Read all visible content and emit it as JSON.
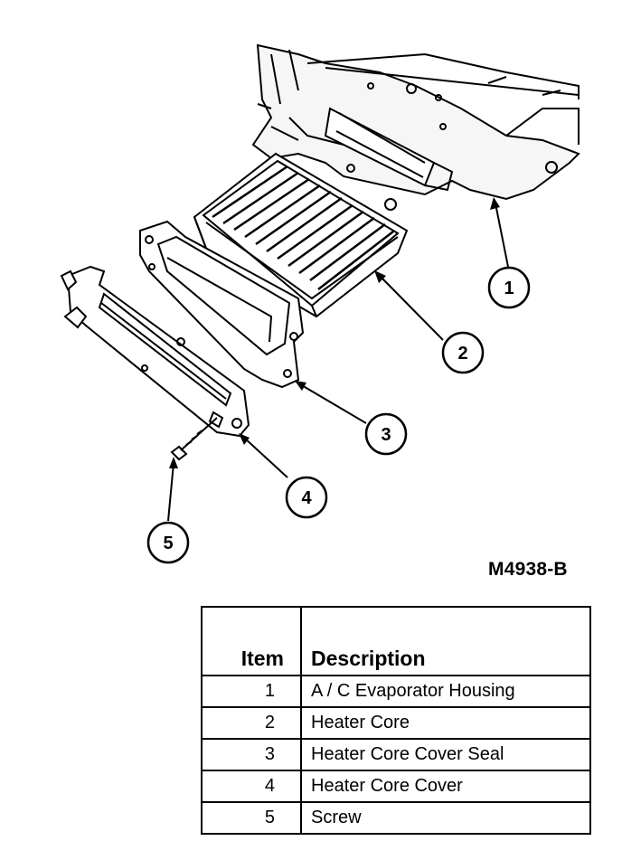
{
  "callouts": [
    "1",
    "2",
    "3",
    "4",
    "5"
  ],
  "figure_code": "M4938-B",
  "legend": {
    "header_item": "Item",
    "header_description": "Description",
    "rows": [
      {
        "item": "1",
        "description": "A / C Evaporator Housing"
      },
      {
        "item": "2",
        "description": "Heater Core"
      },
      {
        "item": "3",
        "description": "Heater Core Cover Seal"
      },
      {
        "item": "4",
        "description": "Heater Core Cover"
      },
      {
        "item": "5",
        "description": "Screw"
      }
    ]
  }
}
